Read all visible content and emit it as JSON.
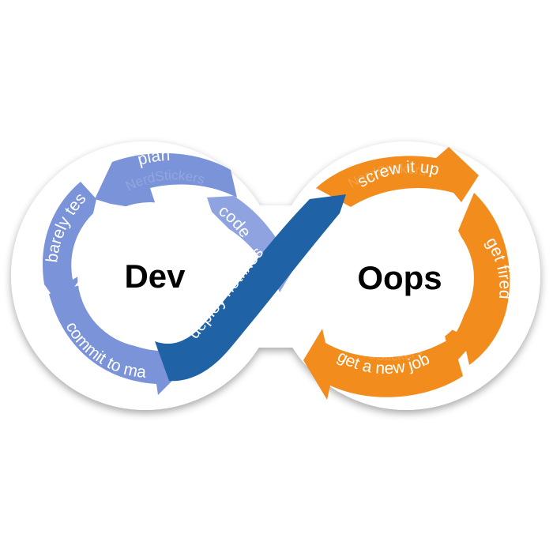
{
  "diagram": {
    "left_center_label": "Dev",
    "right_center_label": "Oops",
    "left_loop_steps": [
      "plan",
      "code",
      "commit to master",
      "barely test"
    ],
    "bridge_step": "deploy hotfixes",
    "right_loop_steps": [
      "screw it up",
      "get fired",
      "get a new job"
    ],
    "watermark": "NerdStickers"
  },
  "colors": {
    "left_loop": "#7b93d8",
    "left_loop_light": "#8ea3e0",
    "bridge": "#1f62a6",
    "right_loop": "#f28c1c",
    "outline": "#ffffff",
    "center_text": "#000000"
  }
}
